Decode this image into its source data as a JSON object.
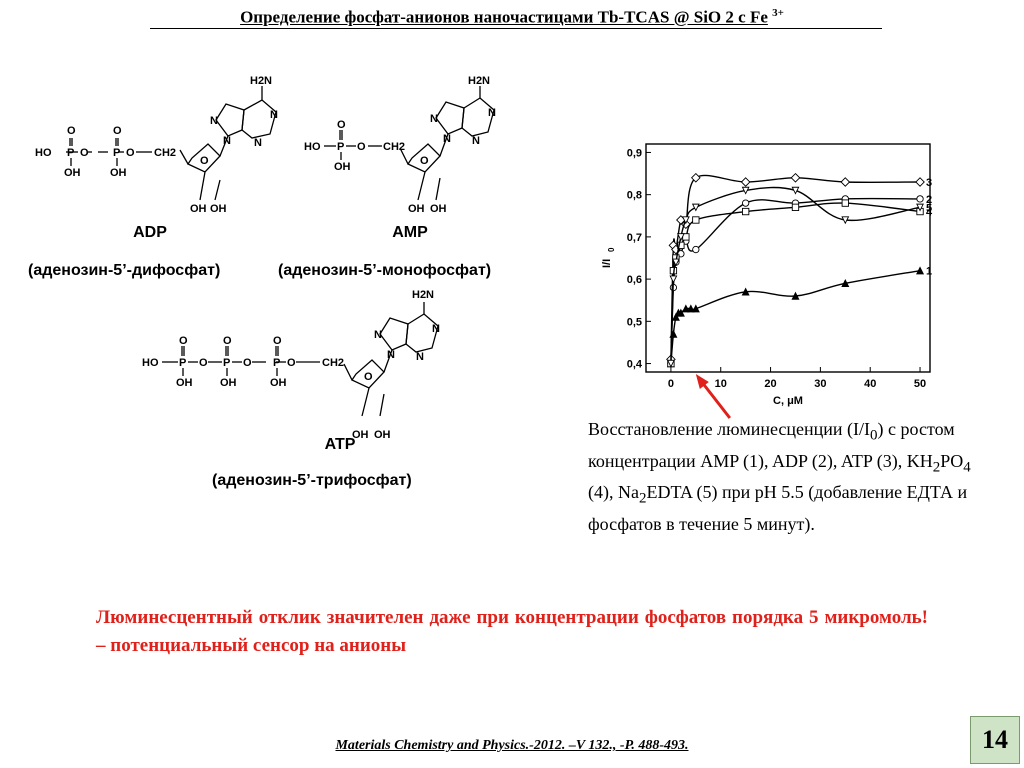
{
  "slide": {
    "title": "Определение фосфат-анионов  наночастицами Tb-TCAS @ SiO 2 с Fe",
    "title_superscript": "3+",
    "page_number": "14",
    "reference": "Materials Chemistry and Physics.-2012. –V 132., -P. 488-493."
  },
  "molecules": {
    "adp": {
      "label": "ADP",
      "name": "(аденозин-5’-дифосфат)"
    },
    "amp": {
      "label": "AMP",
      "name": "(аденозин-5’-монофосфат)"
    },
    "atp": {
      "label": "ATP",
      "name": "(аденозин-5’-трифосфат)"
    },
    "atoms": {
      "h2n": "H2N",
      "n": "N",
      "o": "O",
      "p": "P",
      "ho": "HO",
      "oh": "OH",
      "ch2": "CH2"
    }
  },
  "caption": {
    "part1": "Восстановление люминесценции (I/I",
    "sub0": "0",
    "part2": ") с ростом концентрации AMP (1), ADP (2), ATP (3), KH",
    "sub2": "2",
    "part3": "PO",
    "sub4": "4",
    "part4": " (4),  Na",
    "sub5": "2",
    "part5": "EDTA (5) при pH 5.5 (добавление ЕДТА и фосфатов в течение 5 минут)."
  },
  "note": "Люминесцентный отклик значителен даже при концентрации фосфатов порядка 5 микромоль! – потенциальный сенсор на анионы",
  "colors": {
    "note": "#e0201a",
    "arrow": "#e0201a",
    "page_badge": "#cfe3c7"
  },
  "chart_data": {
    "type": "line",
    "xlabel": "C, μM",
    "ylabel": "I/I",
    "ylabel_sub": "0",
    "xlim": [
      -5,
      52
    ],
    "ylim": [
      0.38,
      0.92
    ],
    "xticks": [
      "0",
      "10",
      "20",
      "30",
      "40",
      "50"
    ],
    "yticks": [
      "0,4",
      "0,5",
      "0,6",
      "0,7",
      "0,8",
      "0,9"
    ],
    "grid": false,
    "annotation": "arrow pointing at ~5 μM",
    "series": [
      {
        "name": "1",
        "marker": "triangle-filled",
        "x": [
          0,
          0.5,
          1,
          1.5,
          2,
          3,
          4,
          5,
          15,
          25,
          35,
          50
        ],
        "y": [
          0.4,
          0.47,
          0.51,
          0.52,
          0.52,
          0.53,
          0.53,
          0.53,
          0.57,
          0.56,
          0.59,
          0.62
        ]
      },
      {
        "name": "2",
        "marker": "circle-open",
        "x": [
          0,
          0.5,
          1,
          2,
          3,
          5,
          15,
          25,
          35,
          50
        ],
        "y": [
          0.4,
          0.58,
          0.64,
          0.66,
          0.69,
          0.67,
          0.78,
          0.78,
          0.79,
          0.79
        ]
      },
      {
        "name": "3",
        "marker": "diamond-open",
        "x": [
          0,
          0.5,
          1,
          2,
          3,
          5,
          15,
          25,
          35,
          50
        ],
        "y": [
          0.41,
          0.68,
          0.67,
          0.74,
          0.73,
          0.84,
          0.83,
          0.84,
          0.83,
          0.83
        ]
      },
      {
        "name": "4",
        "marker": "square-open",
        "x": [
          0,
          0.5,
          1,
          2,
          3,
          5,
          15,
          25,
          35,
          50
        ],
        "y": [
          0.4,
          0.62,
          0.65,
          0.68,
          0.7,
          0.74,
          0.76,
          0.77,
          0.78,
          0.76
        ]
      },
      {
        "name": "5",
        "marker": "triangle-down-open",
        "x": [
          0,
          0.5,
          1,
          2,
          3,
          5,
          15,
          25,
          35,
          50
        ],
        "y": [
          0.4,
          0.6,
          0.64,
          0.7,
          0.74,
          0.77,
          0.81,
          0.81,
          0.74,
          0.77
        ]
      }
    ]
  }
}
